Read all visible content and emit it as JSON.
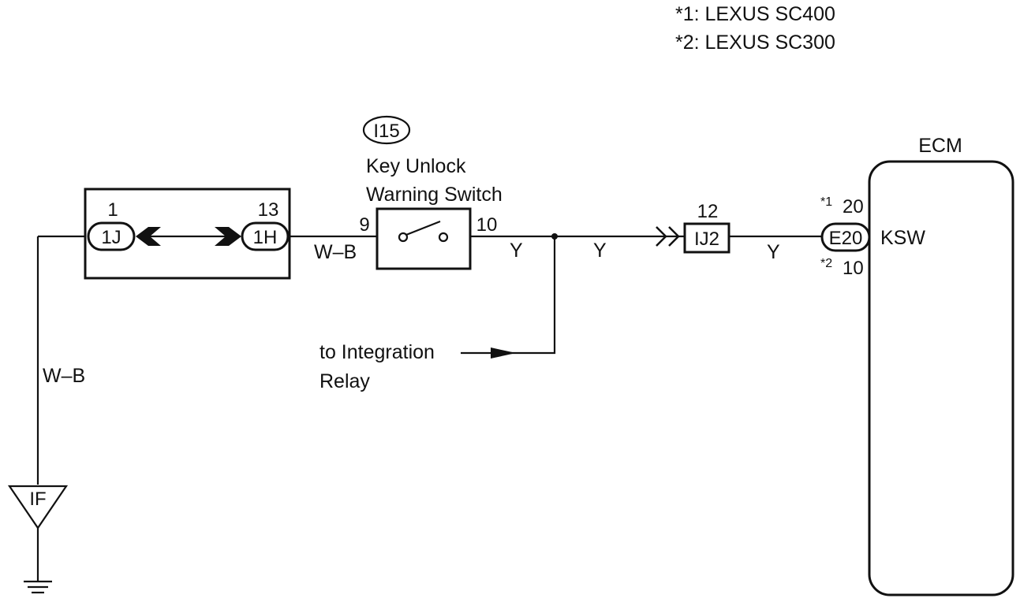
{
  "notes": {
    "note1": "*1: LEXUS SC400",
    "note2": "*2: LEXUS SC300"
  },
  "junction": {
    "pin_left": "1",
    "pin_right": "13",
    "connector_left": "1J",
    "connector_right": "1H"
  },
  "wire_labels": {
    "wb_horizontal": "W–B",
    "wb_vertical": "W–B",
    "y_after_switch": "Y",
    "y_mid": "Y",
    "y_before_ecm": "Y"
  },
  "switch": {
    "connector_id": "I15",
    "name_line1": "Key Unlock",
    "name_line2": "Warning Switch",
    "pin_in": "9",
    "pin_out": "10"
  },
  "junction_connector": {
    "pin": "12",
    "id": "IJ2"
  },
  "branch": {
    "label_line1": "to Integration",
    "label_line2": "Relay"
  },
  "ground": {
    "id": "IF"
  },
  "ecm": {
    "title": "ECM",
    "connector_id": "E20",
    "terminal": "KSW",
    "pin_sc400_marker": "*1",
    "pin_sc400": "20",
    "pin_sc300_marker": "*2",
    "pin_sc300": "10"
  }
}
